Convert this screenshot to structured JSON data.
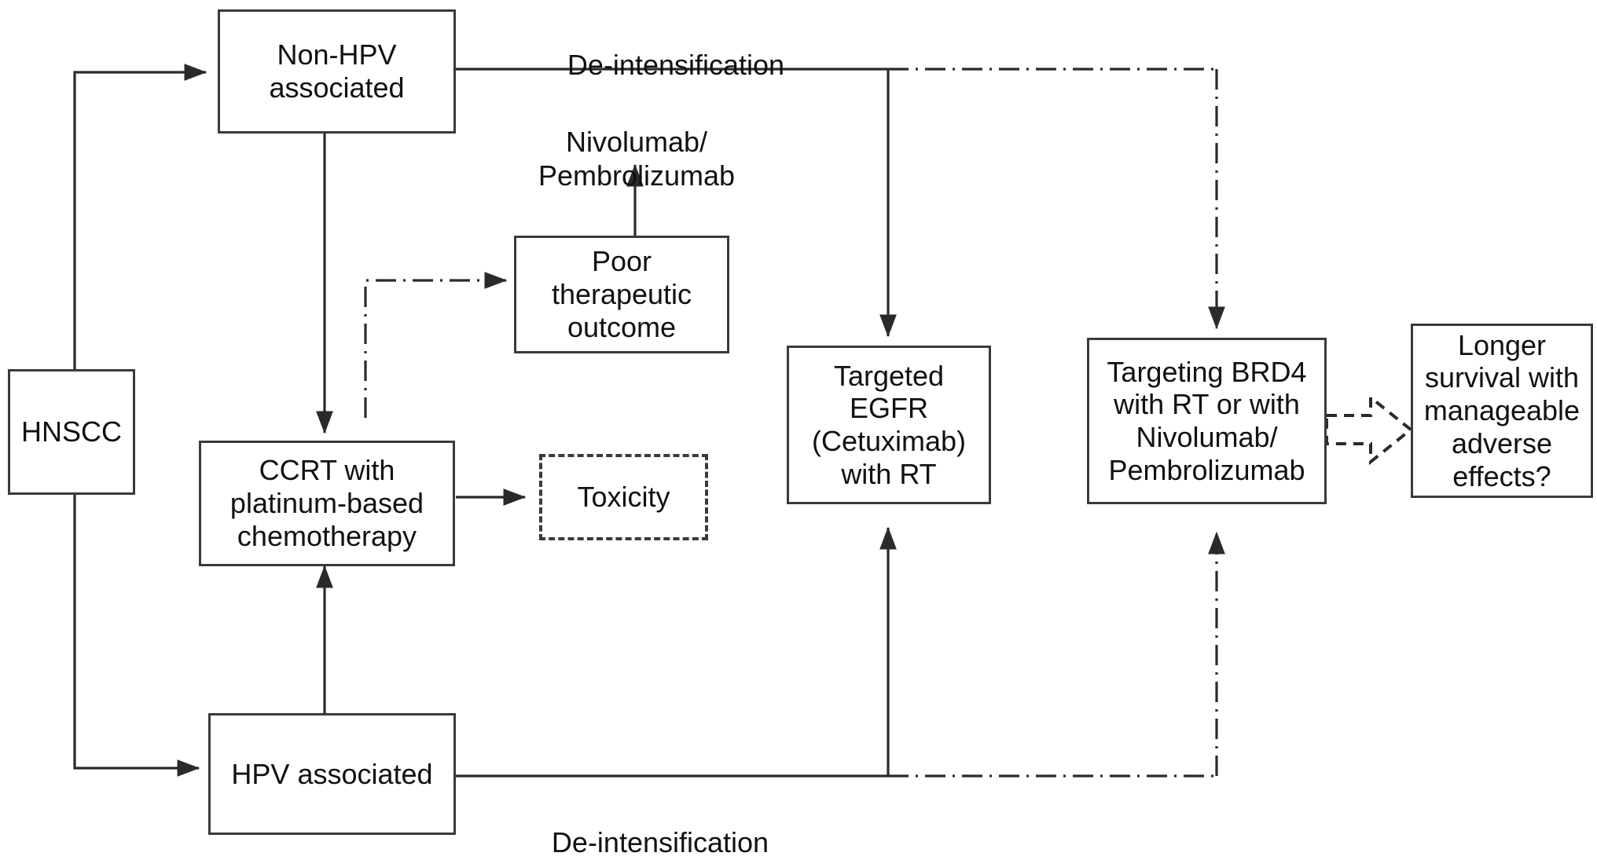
{
  "diagram": {
    "title_text_present": false,
    "background_color": "#ffffff",
    "line_color": "#3a3a3a",
    "text_color": "#111111",
    "nodes": [
      {
        "id": "hnscc",
        "label": "HNSCC",
        "border": "solid"
      },
      {
        "id": "nonhpv",
        "label": "Non-HPV\nassociated",
        "border": "solid"
      },
      {
        "id": "hpv",
        "label": "HPV associated",
        "border": "solid"
      },
      {
        "id": "ccrt",
        "label": "CCRT with\nplatinum-based\nchemotherapy",
        "border": "solid"
      },
      {
        "id": "poor",
        "label": "Poor\ntherapeutic\noutcome",
        "border": "solid"
      },
      {
        "id": "toxicity",
        "label": "Toxicity",
        "border": "dashed"
      },
      {
        "id": "egfr",
        "label": "Targeted\nEGFR\n(Cetuximab)\nwith RT",
        "border": "solid"
      },
      {
        "id": "brd4",
        "label": "Targeting BRD4\nwith RT or with\nNivolumab/\nPembrolizumab",
        "border": "solid"
      },
      {
        "id": "longer",
        "label": "Longer\nsurvival with\nmanageable\nadverse\neffects?",
        "border": "solid"
      }
    ],
    "edge_labels": [
      {
        "id": "deintens-top",
        "label": "De-intensification"
      },
      {
        "id": "nivo-pembro",
        "label": "Nivolumab/\nPembrolizumab"
      },
      {
        "id": "deintens-bottom",
        "label": "De-intensification"
      }
    ],
    "connections": [
      {
        "from": "hnscc",
        "to": "nonhpv",
        "style": "solid",
        "arrow": "filled"
      },
      {
        "from": "hnscc",
        "to": "hpv",
        "style": "solid",
        "arrow": "filled"
      },
      {
        "from": "nonhpv",
        "to": "ccrt",
        "style": "solid",
        "arrow": "filled"
      },
      {
        "from": "hpv",
        "to": "ccrt",
        "style": "solid",
        "arrow": "filled"
      },
      {
        "from": "ccrt",
        "to": "toxicity",
        "style": "solid",
        "arrow": "filled"
      },
      {
        "from": "ccrt",
        "to": "poor",
        "style": "dash-dot",
        "arrow": "filled"
      },
      {
        "from": "poor",
        "to": "nivo-pembro",
        "style": "solid",
        "arrow": "filled"
      },
      {
        "from": "nonhpv",
        "to": "egfr",
        "style": "solid",
        "arrow": "filled"
      },
      {
        "from": "hpv",
        "to": "egfr",
        "style": "solid",
        "arrow": "filled"
      },
      {
        "from": "nonhpv",
        "to": "brd4",
        "style": "dash-dot",
        "arrow": "filled"
      },
      {
        "from": "hpv",
        "to": "brd4",
        "style": "dash-dot",
        "arrow": "filled"
      },
      {
        "from": "brd4",
        "to": "longer",
        "style": "dashed-block-arrow",
        "arrow": "block"
      }
    ]
  }
}
